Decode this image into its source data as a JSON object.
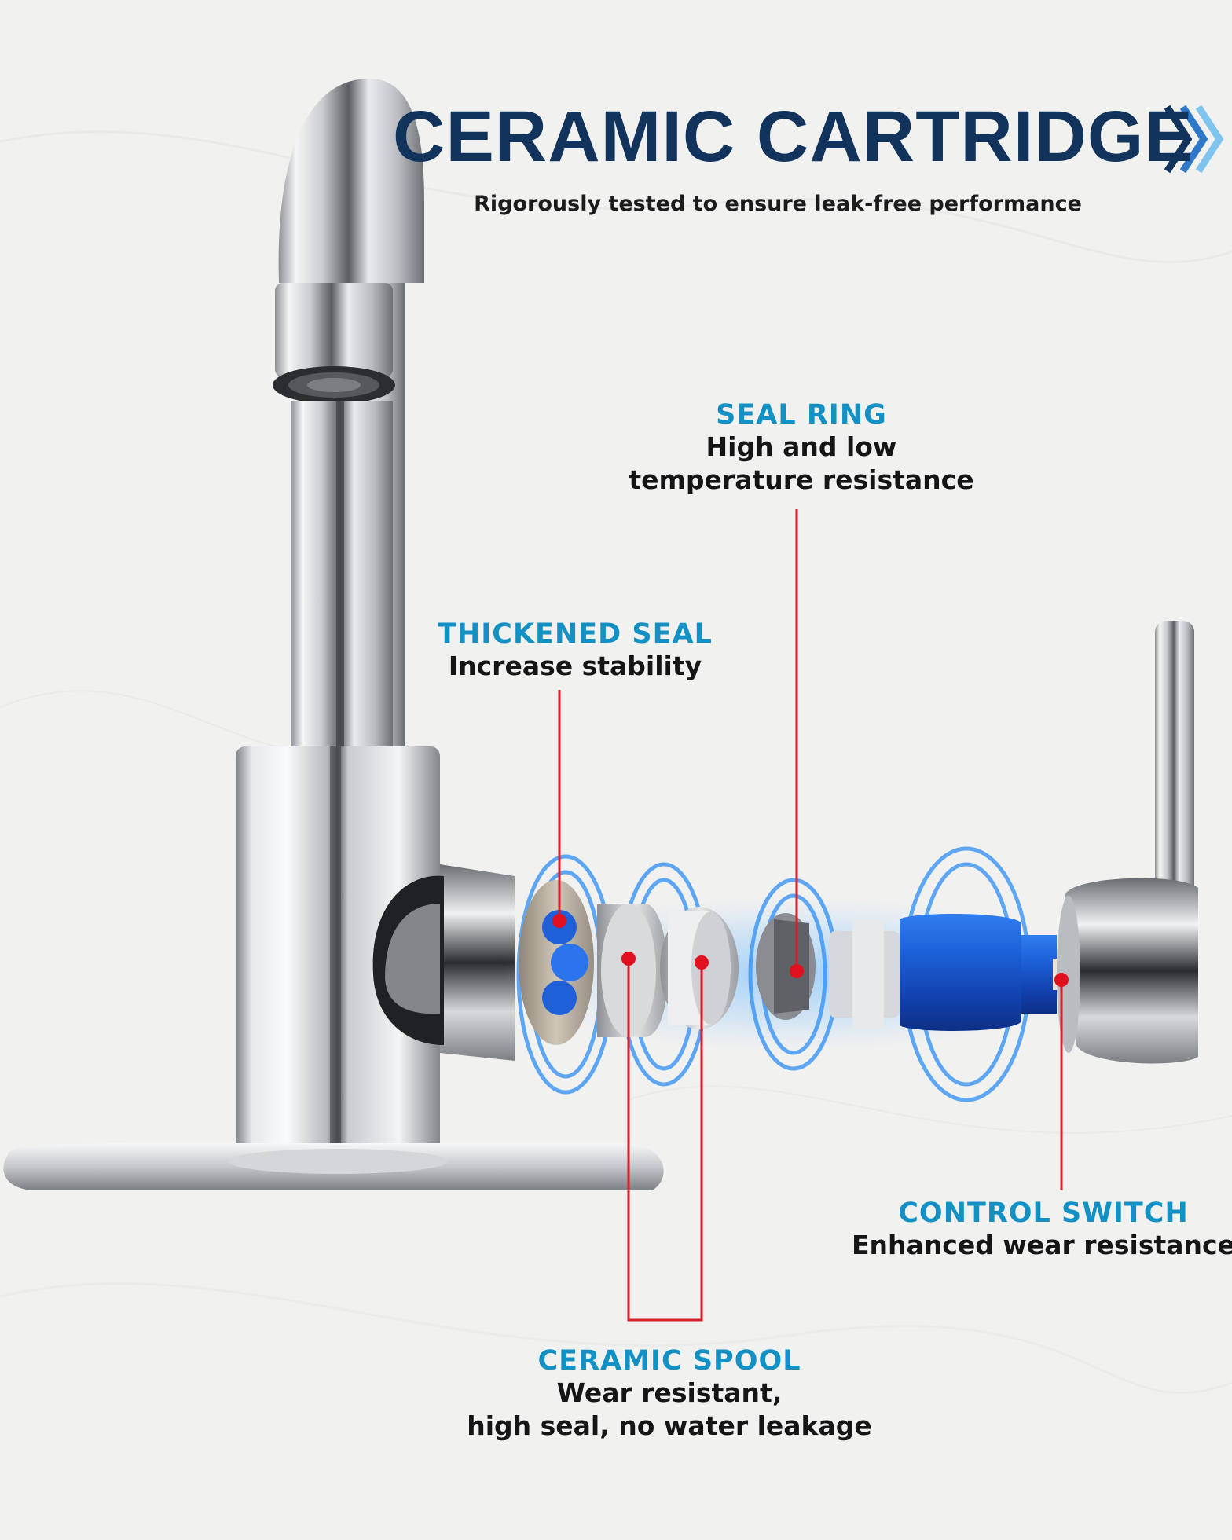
{
  "title": "CERAMIC CARTRIDGE",
  "subtitle": "Rigorously tested to ensure leak-free performance",
  "chevron_icon": "triple-chevron-right-icon",
  "colors": {
    "title": "#11335c",
    "label_heading": "#1390c4",
    "callout_line": "#d81e2b",
    "cartridge_blue": "#1f63d8"
  },
  "callouts": {
    "seal_ring": {
      "heading": "SEAL RING",
      "line1": "High and low",
      "line2": "temperature resistance"
    },
    "thickened_seal": {
      "heading": "THICKENED SEAL",
      "line1": "Increase stability"
    },
    "control_switch": {
      "heading": "CONTROL SWITCH",
      "line1": "Enhanced wear resistance"
    },
    "ceramic_spool": {
      "heading": "CERAMIC SPOOL",
      "line1": "Wear resistant,",
      "line2": "high seal, no water leakage"
    }
  }
}
